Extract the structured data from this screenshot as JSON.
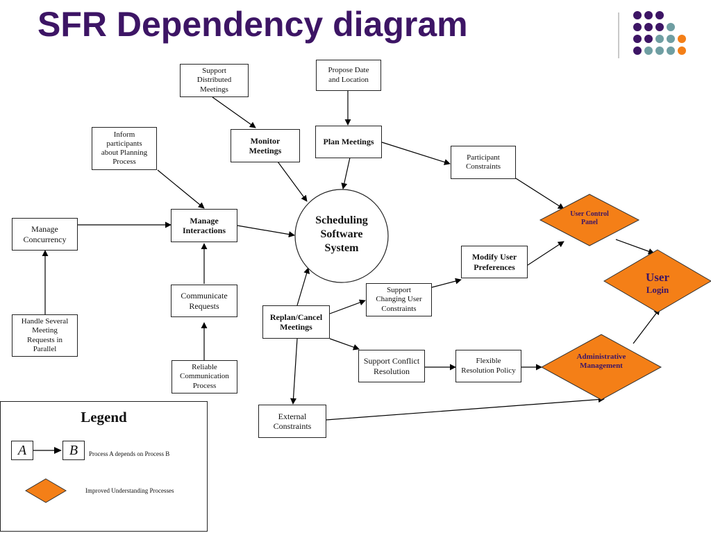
{
  "slide": {
    "title": "SFR Dependency diagram"
  },
  "nodes": {
    "support_distributed": [
      "Support",
      "Distributed",
      "Meetings"
    ],
    "propose_date": [
      "Propose Date",
      "and Location"
    ],
    "inform_participants": [
      "Inform",
      "participants",
      "about Planning",
      "Process"
    ],
    "monitor_meetings": [
      "Monitor",
      "Meetings"
    ],
    "plan_meetings": [
      "Plan Meetings"
    ],
    "participant_constraints": [
      "Participant",
      "Constraints"
    ],
    "manage_concurrency": [
      "Manage",
      "Concurrency"
    ],
    "manage_interactions": [
      "Manage",
      "Interactions"
    ],
    "scheduling_system": [
      "Scheduling",
      "Software",
      "System"
    ],
    "modify_user_prefs": [
      "Modify User",
      "Preferences"
    ],
    "support_changing": [
      "Support",
      "Changing User",
      "Constraints"
    ],
    "communicate_requests": [
      "Communicate",
      "Requests"
    ],
    "replan_cancel": [
      "Replan/Cancel",
      "Meetings"
    ],
    "handle_several": [
      "Handle Several",
      "Meeting",
      "Requests in",
      "Parallel"
    ],
    "support_conflict": [
      "Support Conflict",
      "Resolution"
    ],
    "flexible_resolution": [
      "Flexible",
      "Resolution Policy"
    ],
    "reliable_comm": [
      "Reliable",
      "Communication",
      "Process"
    ],
    "external_constraints": [
      "External",
      "Constraints"
    ],
    "user_control_panel": [
      "User Control",
      "Panel"
    ],
    "user_login": [
      "User",
      "Login"
    ],
    "admin_management": [
      "Administrative",
      "Management"
    ]
  },
  "legend": {
    "title": "Legend",
    "box_a": "A",
    "box_b": "B",
    "depends_text": "Process A depends on Process B",
    "diamond_text": "Improved Understanding Processes"
  },
  "colors": {
    "title": "#3d1565",
    "diamond_fill": "#f47f17",
    "dot_purple": "#3d1565",
    "dot_teal": "#6f9ea2",
    "dot_orange": "#f47f17"
  }
}
